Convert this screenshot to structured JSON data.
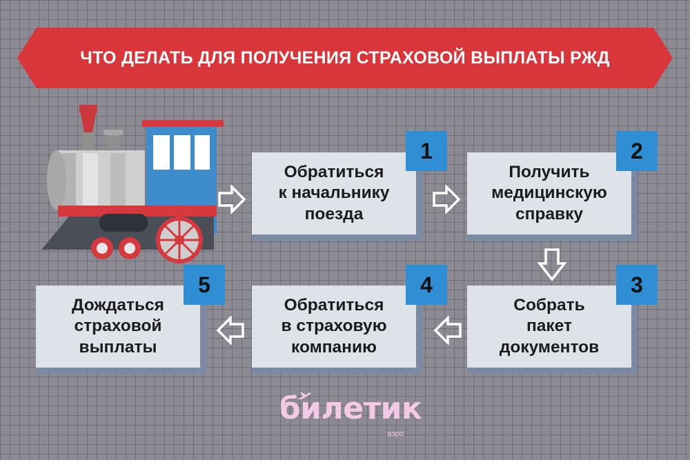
{
  "title": "ЧТО ДЕЛАТЬ ДЛЯ ПОЛУЧЕНИЯ СТРАХОВОЙ ВЫПЛАТЫ РЖД",
  "steps": [
    {
      "number": "1",
      "text": "Обратиться\nк начальнику\nпоезда"
    },
    {
      "number": "2",
      "text": "Получить\nмедицинскую\nсправку"
    },
    {
      "number": "3",
      "text": "Собрать\nпакет\nдокументов"
    },
    {
      "number": "4",
      "text": "Обратиться\nв страховую\nкомпанию"
    },
    {
      "number": "5",
      "text": "Дождаться\nстраховой\nвыплаты"
    }
  ],
  "logo": {
    "name": "билетик",
    "sub": "аэро"
  },
  "colors": {
    "banner": "#d8363a",
    "badge": "#2f8ed4",
    "card": "#dee3ea",
    "card_shadow": "#7d8aa3",
    "logo": "#f4c9e6"
  },
  "icons": {
    "train": "steam-locomotive-icon",
    "arrow": "outline-arrow-icon"
  }
}
